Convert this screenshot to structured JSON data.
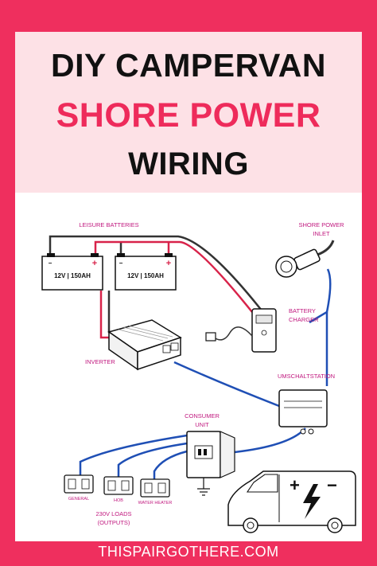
{
  "title": {
    "line1": "DIY CAMPERVAN",
    "line2": "SHORE POWER",
    "line3": "WIRING"
  },
  "diagram": {
    "leisure_batteries": "LEISURE BATTERIES",
    "battery_1": "12V | 150AH",
    "battery_2": "12V | 150AH",
    "plus": "+",
    "minus": "−",
    "shore_power_inlet_1": "SHORE POWER",
    "shore_power_inlet_2": "INLET",
    "battery_charger_1": "BATTERY",
    "battery_charger_2": "CHARGER",
    "inverter": "INVERTER",
    "umschaltstation": "UMSCHALTSTATION",
    "consumer_unit_1": "CONSUMER",
    "consumer_unit_2": "UNIT",
    "outlet_general": "GENERAL",
    "outlet_hob": "HOB",
    "outlet_water_heater": "WATER HEATER",
    "loads_1": "230V LOADS",
    "loads_2": "(OUTPUTS)"
  },
  "colors": {
    "background": "#ef2f5e",
    "title_panel": "#fde1e6",
    "accent_pink": "#ee2b5b",
    "label_magenta": "#c0177e",
    "wire_blue": "#1f4fb5",
    "wire_red": "#d8234a"
  },
  "footer": "THISPAIRGOTHERE.COM"
}
